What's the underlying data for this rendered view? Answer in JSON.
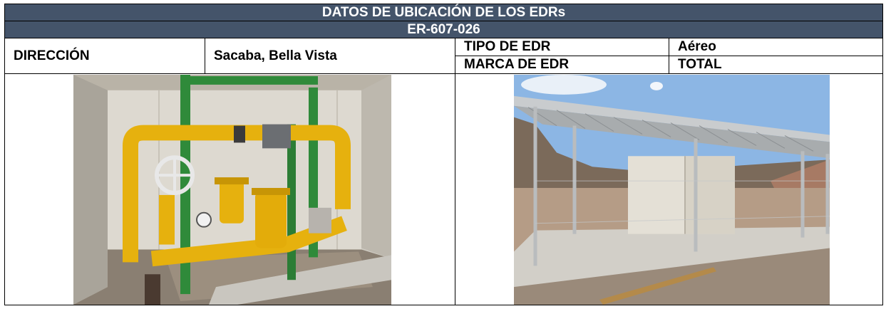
{
  "header": {
    "title": "DATOS DE UBICACIÓN DE LOS EDRs",
    "code": "ER-607-026"
  },
  "info": {
    "direccion_label": "DIRECCIÓN",
    "direccion_value": "Sacaba, Bella Vista",
    "tipo_label": "TIPO DE EDR",
    "tipo_value": "Aéreo",
    "marca_label": "MARCA DE EDR",
    "marca_value": "TOTAL"
  },
  "photos": [
    {
      "name": "regulator-equipment-photo",
      "subject": "yellow gas pipes and valves with green steel frame"
    },
    {
      "name": "edr-enclosure-photo",
      "subject": "fenced metal-roofed enclosure on concrete slab"
    }
  ],
  "colors": {
    "header_band": "#44546a",
    "header_text": "#ffffff",
    "border": "#000000"
  }
}
